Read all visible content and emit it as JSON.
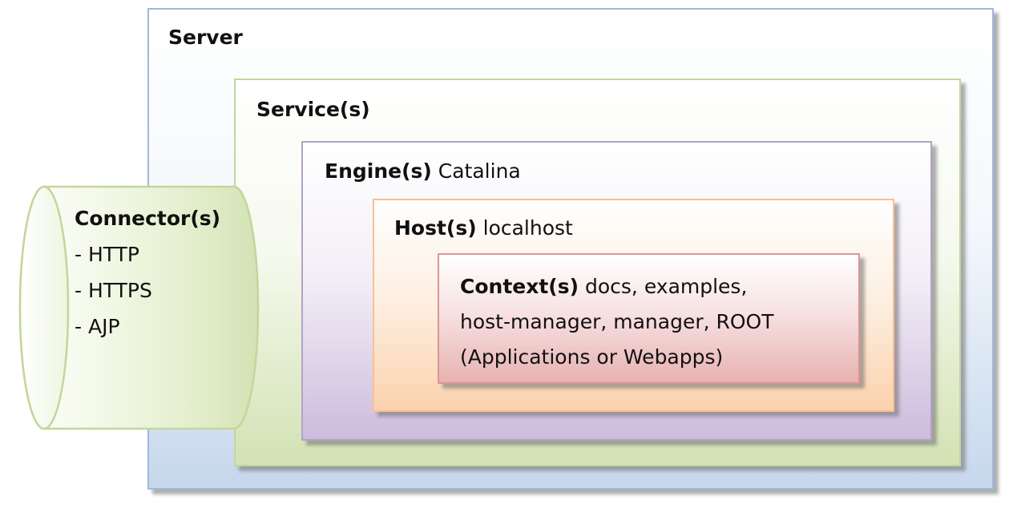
{
  "server": {
    "label": "Server"
  },
  "service": {
    "label": "Service(s)"
  },
  "engine": {
    "label": "Engine(s)",
    "name": "Catalina"
  },
  "host": {
    "label": "Host(s)",
    "name": "localhost"
  },
  "context": {
    "label": "Context(s)",
    "line1": "docs, examples,",
    "line2": "host-manager, manager, ROOT",
    "line3": "(Applications or Webapps)"
  },
  "connector": {
    "label": "Connector(s)",
    "items": [
      "- HTTP",
      "- HTTPS",
      "- AJP"
    ]
  },
  "colors": {
    "server_border": "#9db9dc",
    "service_border": "#c3d69b",
    "engine_border": "#b3a2c7",
    "host_border": "#f9c091",
    "context_border": "#d99694",
    "connector_border": "#c3d69b"
  }
}
